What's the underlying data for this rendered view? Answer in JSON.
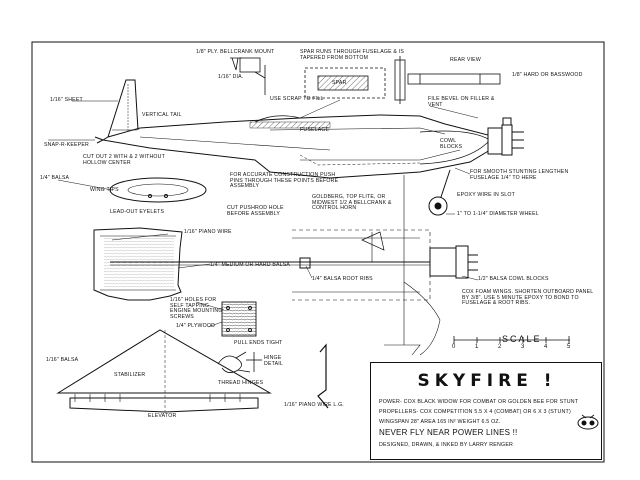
{
  "labels": {
    "bellcrank_mount": "1/8\" PLY. BELLCRANK MOUNT",
    "dia": "1/16\" DIA.",
    "spar_note": "SPAR RUNS THROUGH FUSELAGE & IS TAPERED FROM BOTTOM",
    "rear_view": "REAR VIEW",
    "spar": "SPAR",
    "hard_basswood": "1/8\" HARD OR BASSWOOD",
    "sheet": "1/16\" SHEET",
    "vertical_tail": "VERTICAL TAIL",
    "use_scrap": "USE SCRAP TO FILL",
    "file_bevel": "FILE BEVEL ON FILLER & VENT",
    "fuselage": "FUSELAGE",
    "cowl_blocks_top": "COWL BLOCKS",
    "snap_r_keeper": "SNAP-R-KEEPER",
    "cut_out": "CUT OUT 2 WITH & 2 WITHOUT HOLLOW CENTER",
    "accurate": "FOR ACCURATE CONSTRUCTION PUSH PINS THROUGH THESE POINTS BEFORE ASSEMBLY",
    "smooth_stunting": "FOR SMOOTH STUNTING LENGTHEN FUSELAGE 1/4\" TO HERE",
    "balsa_quarter": "1/4\" BALSA",
    "wing_tips": "WING TIPS",
    "epoxy_wire": "EPOXY WIRE IN SLOT",
    "lead_out": "LEAD-OUT EYELETS",
    "goldberg": "GOLDBERG, TOP FLITE, OR MIDWEST 1/2 A BELLCRANK & CONTROL HORN",
    "cut_pushrod": "CUT PUSHROD HOLE BEFORE ASSEMBLY",
    "diameter_wheel": "1\" TO 1-1/4\" DIAMETER WHEEL",
    "piano_wire": "1/16\" PIANO WIRE",
    "medium_balsa": "1/4\" MEDIUM OR HARD BALSA",
    "root_ribs": "1/4\" BALSA ROOT RIBS",
    "cowl_blocks_half": "1/2\" BALSA COWL BLOCKS",
    "cox_foam": "COX FOAM WINGS. SHORTEN OUTBOARD PANEL BY 3/8\". USE 5 MINUTE EPOXY TO BOND TO FUSELAGE & ROOT RIBS.",
    "holes": "1/16\" HOLES FOR SELF TAPPING ENGINE MOUNTING SCREWS",
    "plywood": "1/4\" PLYWOOD",
    "pull_ends": "PULL ENDS TIGHT",
    "hinge_detail": "HINGE DETAIL",
    "balsa_sixteenth": "1/16\" BALSA",
    "stabilizer": "STABILIZER",
    "thread_hinges": "THREAD HINGES",
    "elevator": "ELEVATOR",
    "piano_wire_lg": "1/16\" PIANO WIRE L.G."
  },
  "scale": {
    "title": "SCALE",
    "numbers": [
      "0",
      "1",
      "2",
      "3",
      "4",
      "5"
    ]
  },
  "title_block": {
    "title": "SKYFIRE !",
    "power_line": "POWER- COX BLACK WIDOW FOR COMBAT OR GOLDEN BEE FOR STUNT",
    "propellers_line": "PROPELLERS- COX COMPETITION 5.5 X 4 (COMBAT) OR 6 X 3 (STUNT)",
    "specs_line": "WINGSPAN 28\"  AREA 165 IN²  WEIGHT 6.5 OZ.",
    "warning": "NEVER FLY NEAR POWER LINES !!",
    "credits": "DESIGNED, DRAWN, & INKED BY LARRY RENGER"
  },
  "colors": {
    "ink": "#111111",
    "paper": "#ffffff"
  }
}
